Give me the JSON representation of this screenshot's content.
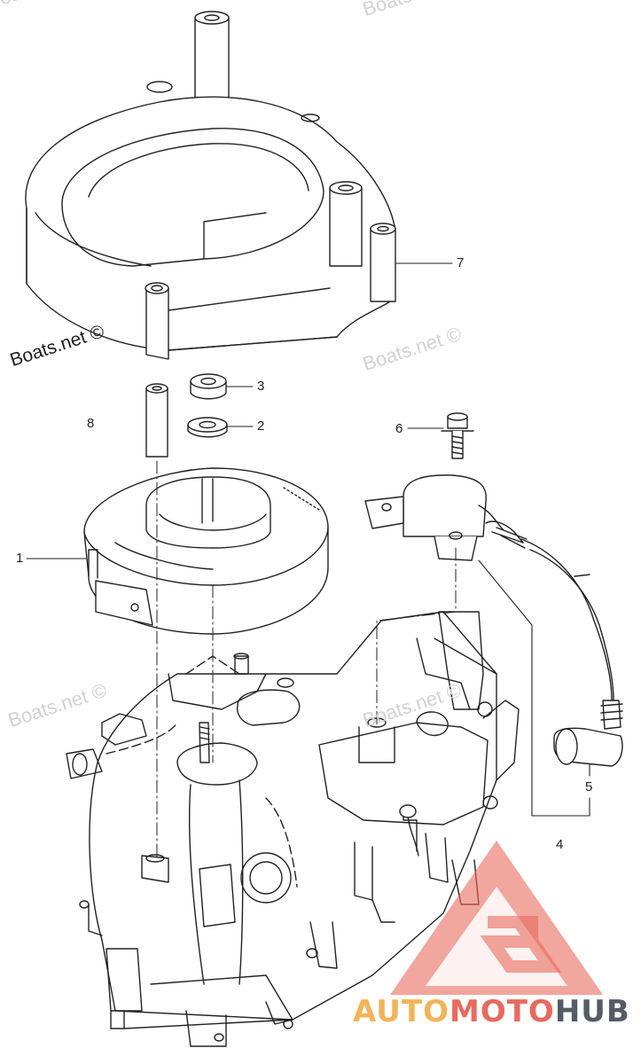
{
  "callouts": {
    "c1": "1",
    "c2": "2",
    "c3": "3",
    "c4": "4",
    "c5": "5",
    "c6": "6",
    "c7": "7",
    "c8": "8"
  },
  "watermarks": {
    "main": "Boats.net ©",
    "faint": "Boats.net ©"
  },
  "brand": {
    "auto": "AUTO",
    "moto": "MOTO",
    "hub": "HUB"
  },
  "colors": {
    "line": "#222222",
    "watermark": "#d2d2d2",
    "logo_red": "#e86a5e",
    "logo_orange": "#f2b45a",
    "logo_gray": "#555c66"
  }
}
